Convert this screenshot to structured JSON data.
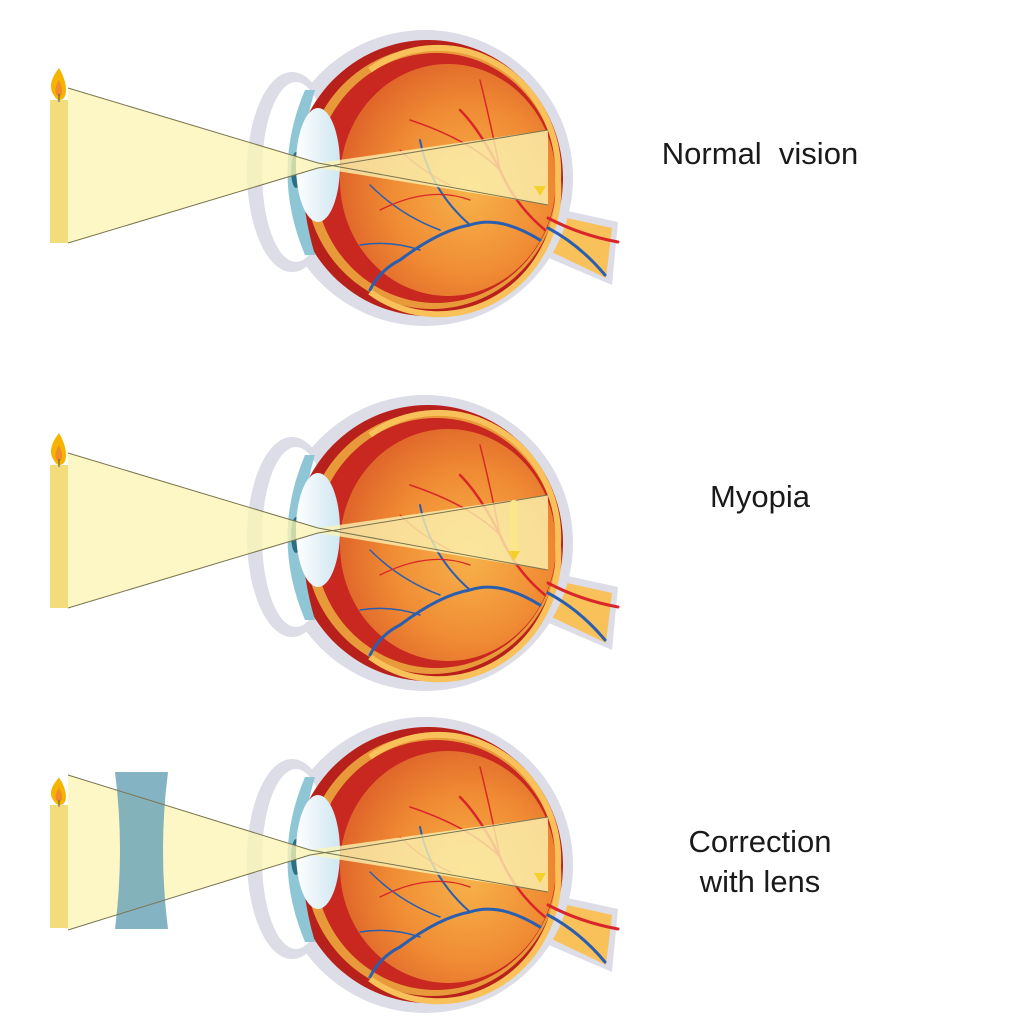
{
  "panels": [
    {
      "label": "Normal  vision"
    },
    {
      "label": "Myopia"
    },
    {
      "label_line1": "Correction",
      "label_line2": "with lens"
    }
  ],
  "colors": {
    "light_cone": "#fbf5b4",
    "candle": "#f3dc7c",
    "sclera_outline": "#dcdde6",
    "choroid": "#b8201c",
    "retina_interior": "#ef8a32",
    "lens": "#e8f4fb",
    "cornea": "#8fc6d6",
    "corrective_lens": "#6fa6b8",
    "artery": "#d9262a",
    "vein": "#2a5fb0"
  }
}
